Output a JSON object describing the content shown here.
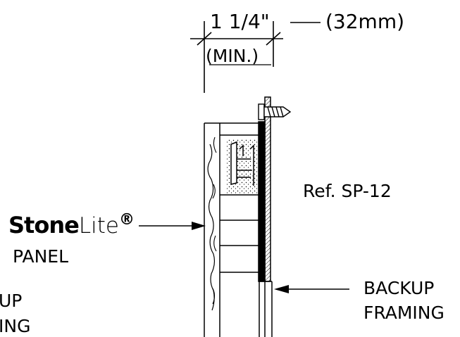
{
  "dimension": {
    "value": "1 1/4\"",
    "metric": "(32mm)",
    "qualifier": "(MIN.)"
  },
  "reference": "Ref. SP-12",
  "panel_label": {
    "brand_bold": "Stone",
    "brand_light": "Lite",
    "registered": "®",
    "word": "PANEL"
  },
  "left_cut_label": {
    "line1": "UP",
    "line2": "ING"
  },
  "backup_label": {
    "line1": "BACKUP",
    "line2": "FRAMING"
  }
}
